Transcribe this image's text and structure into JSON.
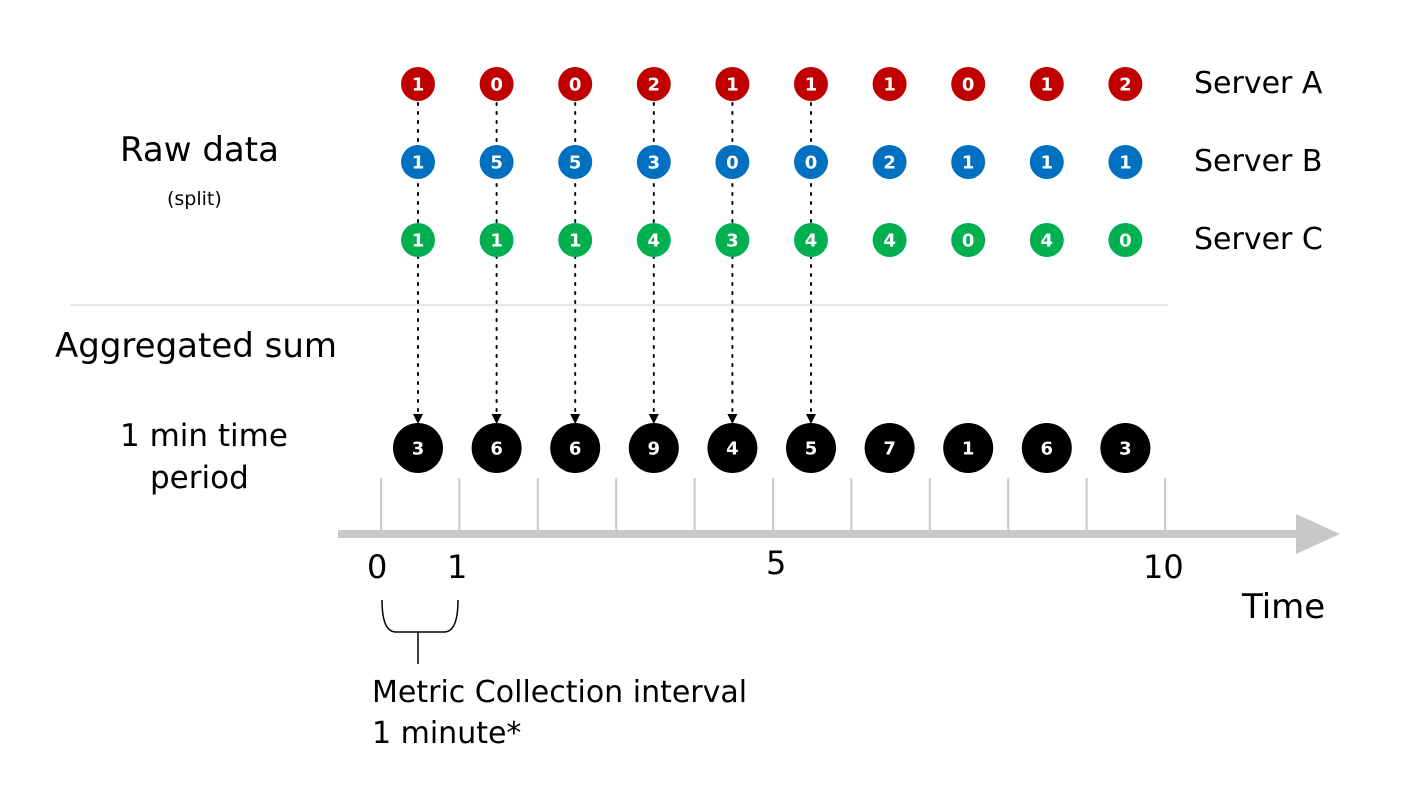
{
  "raw": {
    "title": "Raw data",
    "subtitle": "(split)"
  },
  "aggregate": {
    "title": "Aggregated sum",
    "period_line1": "1 min time",
    "period_line2": "period"
  },
  "colors": {
    "server_a": "#c00000",
    "server_b": "#0070c0",
    "server_c": "#00b050",
    "sum": "#000000",
    "axis": "#c8c8c8"
  },
  "servers": [
    {
      "name": "Server A",
      "values": [
        "1",
        "0",
        "0",
        "2",
        "1",
        "1",
        "1",
        "0",
        "1",
        "2"
      ]
    },
    {
      "name": "Server B",
      "values": [
        "1",
        "5",
        "5",
        "3",
        "0",
        "0",
        "2",
        "1",
        "1",
        "1"
      ]
    },
    {
      "name": "Server C",
      "values": [
        "1",
        "1",
        "1",
        "4",
        "3",
        "4",
        "4",
        "0",
        "4",
        "0"
      ]
    }
  ],
  "sums": [
    "3",
    "6",
    "6",
    "9",
    "4",
    "5",
    "7",
    "1",
    "6",
    "3"
  ],
  "axis": {
    "ticks": [
      "0",
      "1",
      "5",
      "10"
    ],
    "label": "Time"
  },
  "note": {
    "line1": "Metric Collection interval",
    "line2": "1 minute*"
  }
}
